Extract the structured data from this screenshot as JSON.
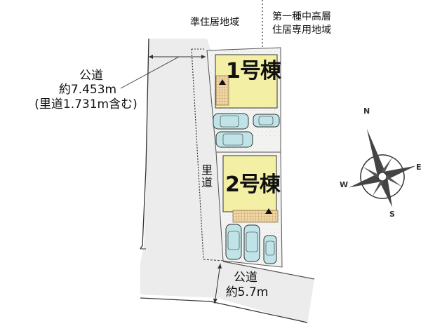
{
  "zones": {
    "left": "準住居地域",
    "right_line1": "第一種中高層",
    "right_line2": "住居専用地域"
  },
  "roads": {
    "west": {
      "name": "公道",
      "width": "約7.453m",
      "note": "(里道1.731m含む)"
    },
    "south": {
      "name": "公道",
      "width": "約5.7m"
    },
    "satomichi": "里道"
  },
  "buildings": [
    {
      "label": "1号棟"
    },
    {
      "label": "2号棟"
    }
  ],
  "parking": {
    "lot1_cars": 3,
    "lot2_cars": 3
  },
  "compass": {
    "n": "N",
    "e": "E",
    "s": "S",
    "w": "W"
  },
  "colors": {
    "road": "#ececec",
    "lot": "#f4f4f2",
    "building": "#f3f0a6",
    "deck": "#e9c98e",
    "car": "#bfe3e6",
    "line": "#333333"
  }
}
